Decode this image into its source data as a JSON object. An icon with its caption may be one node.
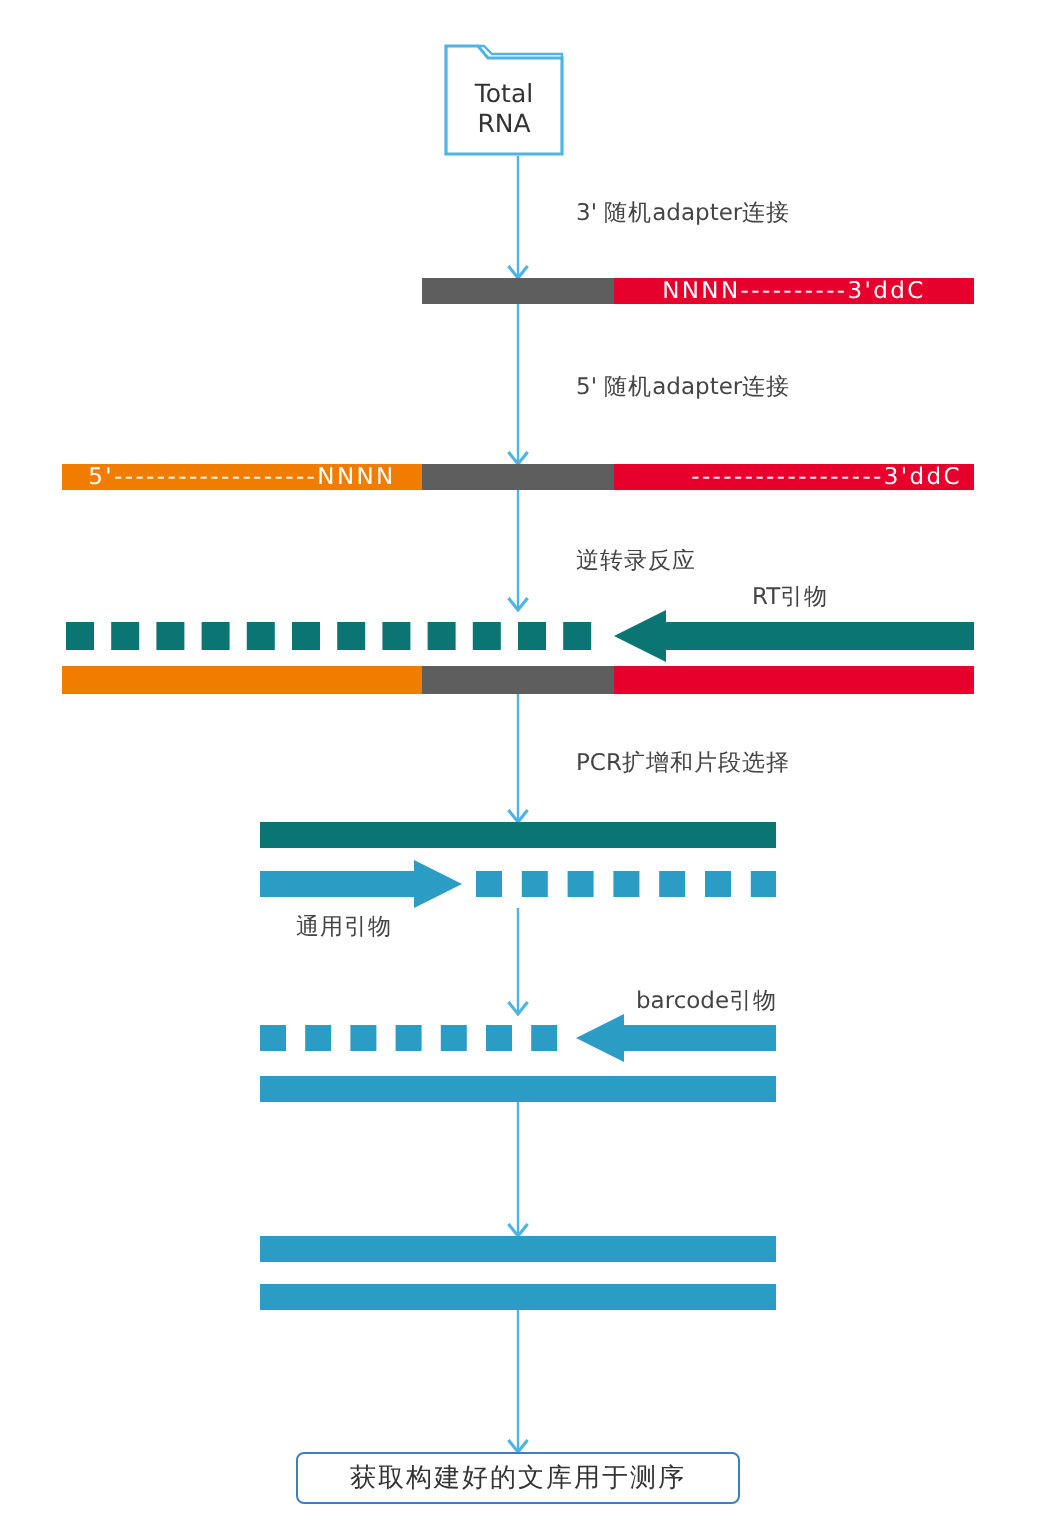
{
  "diagram": {
    "nodes": [
      {
        "text": [
          "Total RNA"
        ]
      },
      {
        "text": [],
        "shape": "bar"
      },
      {
        "text": [
          "NNNN----------3'ddC"
        ]
      },
      {
        "text": [
          "5'-------------------NNNN"
        ]
      },
      {
        "text": [],
        "shape": "bar"
      },
      {
        "text": [
          "------------------3'ddC"
        ]
      },
      {
        "text": [],
        "shape": "bar"
      },
      {
        "text": [],
        "shape": "bar"
      },
      {
        "text": [],
        "shape": "bar"
      },
      {
        "text": [],
        "shape": "bar"
      },
      {
        "text": [],
        "shape": "bar"
      },
      {
        "text": [],
        "shape": "bar"
      },
      {
        "text": [],
        "shape": "bar"
      },
      {
        "text": [],
        "shape": "bar"
      },
      {
        "text": [],
        "shape": "bar"
      },
      {
        "text": [],
        "shape": "bar"
      },
      {
        "text": [
          "获取构建好的文库用于测序"
        ]
      }
    ],
    "edges": [
      {
        "from": 0,
        "to": 1,
        "arrow": "to",
        "label": "3' 随机adapter连接"
      },
      {
        "from": 1,
        "to": 4,
        "arrow": "to",
        "label": "5' 随机adapter连接"
      },
      {
        "from": 4,
        "to": 6,
        "arrow": "to",
        "label": "逆转录反应"
      },
      {
        "from": 8,
        "to": 10,
        "arrow": "to",
        "label": "PCR扩增和片段选择"
      },
      {
        "from": 11,
        "to": 12,
        "arrow": "to"
      },
      {
        "from": 13,
        "to": 14,
        "arrow": "to"
      },
      {
        "from": 15,
        "to": 16,
        "arrow": "to"
      }
    ],
    "labels": [
      "RT引物",
      "通用引物",
      "barcode引物"
    ]
  }
}
